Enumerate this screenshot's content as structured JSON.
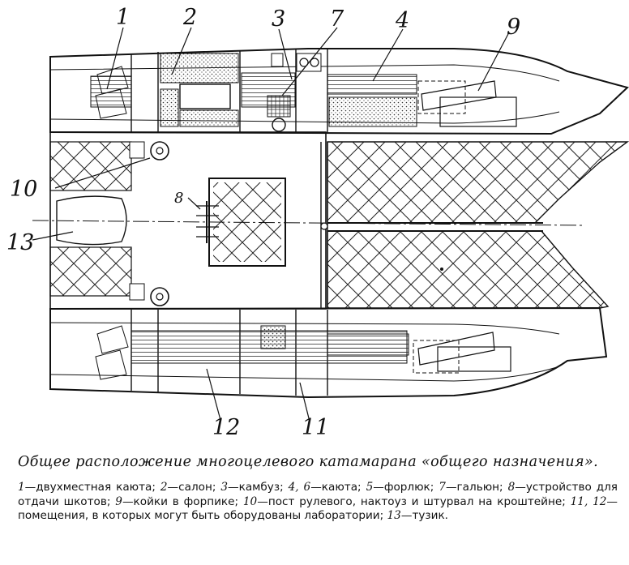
{
  "labels": {
    "l1": "1",
    "l2": "2",
    "l3": "3",
    "l4": "4",
    "l7": "7",
    "l9": "9",
    "l10": "10",
    "l13": "13",
    "l8": "8",
    "l12": "12",
    "l11": "11"
  },
  "caption": {
    "title": "Общее расположение многоцелевого катамарана «общего назначения».",
    "legend": [
      {
        "num": "1",
        "text": "двухместная каюта; "
      },
      {
        "num": "2",
        "text": "салон; "
      },
      {
        "num": "3",
        "text": "камбуз; "
      },
      {
        "num": "4, 6",
        "text": "каюта; "
      },
      {
        "num": "5",
        "text": "форлюк; "
      },
      {
        "num": "7",
        "text": "гальюн; "
      },
      {
        "num": "8",
        "text": "устройство для отдачи шкотов; "
      },
      {
        "num": "9",
        "text": "койки в форпике; "
      },
      {
        "num": "10",
        "text": "пост рулевого, нактоуз и штурвал на кроштейне; "
      },
      {
        "num": "11, 12",
        "text": "помещения, в которых могут быть оборудованы лаборатории; "
      },
      {
        "num": "13",
        "text": "тузик."
      }
    ]
  }
}
